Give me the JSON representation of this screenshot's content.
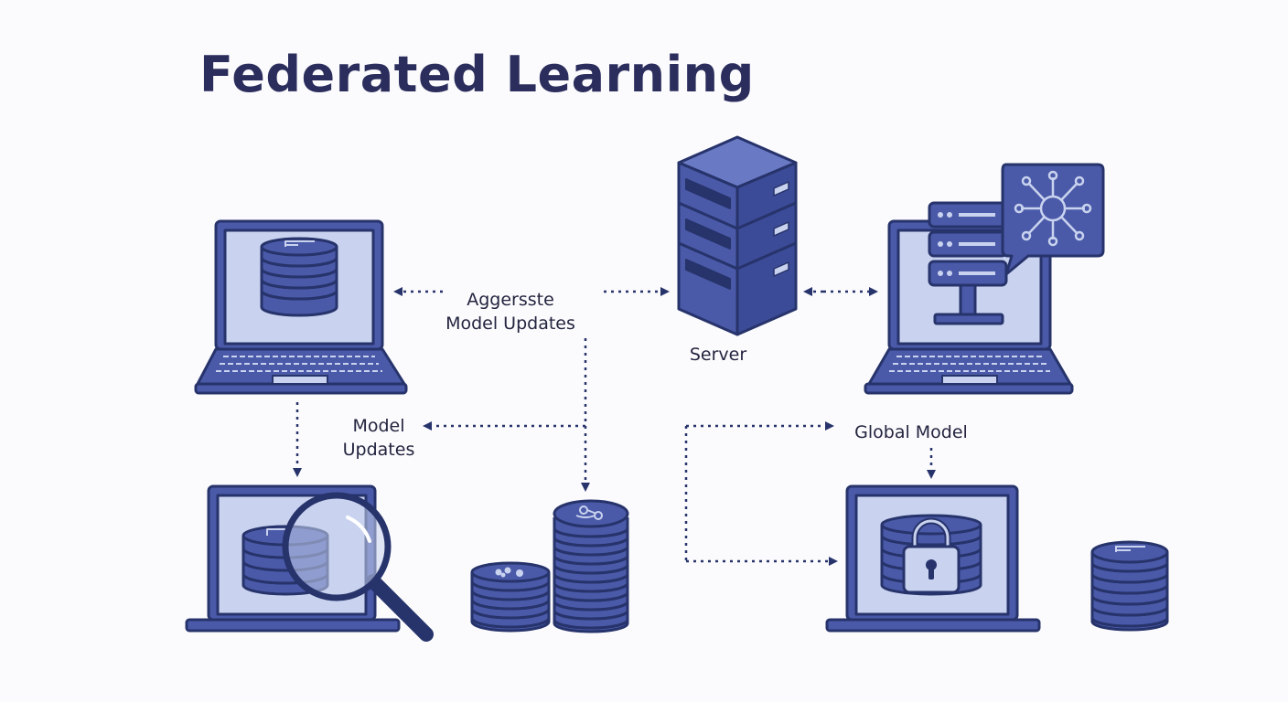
{
  "title": "Federated Learning",
  "labels": {
    "aggregate_line1": "Aggersste",
    "aggregate_line2": "Model Updates",
    "server": "Server",
    "model_updates_line1": "Model",
    "model_updates_line2": "Updates",
    "global_model": "Global Model"
  },
  "colors": {
    "outline": "#27336b",
    "fill": "#4a5aa8",
    "screen": "#c9d3ef",
    "title": "#2b2d5c"
  }
}
